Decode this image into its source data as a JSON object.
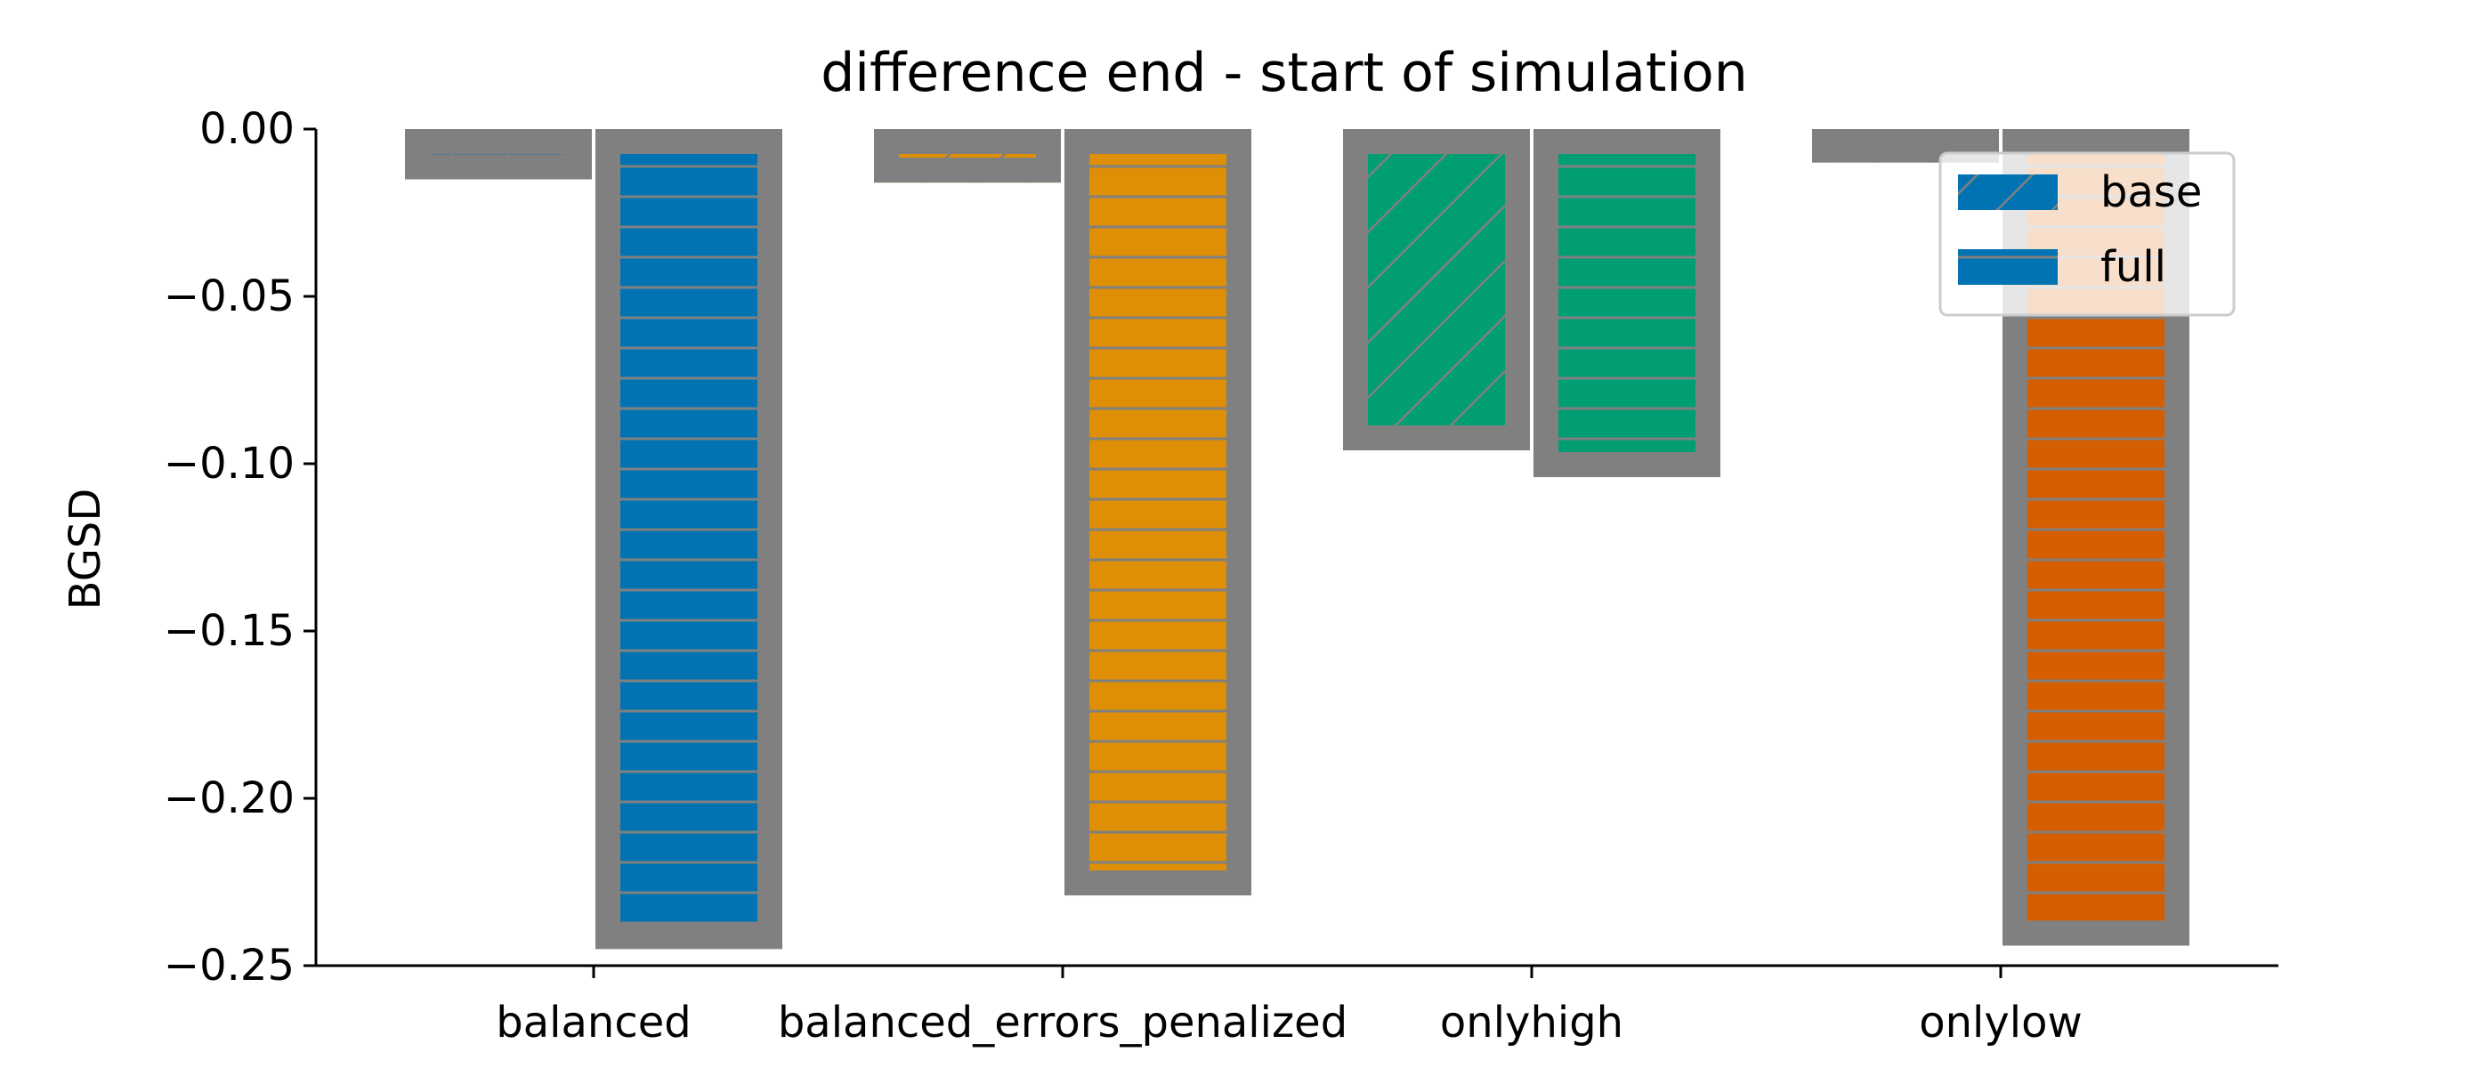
{
  "chart_data": {
    "type": "bar",
    "title": "difference end - start of simulation",
    "xlabel": "",
    "ylabel": "BGSD",
    "ylim": [
      -0.25,
      0.0
    ],
    "yticks": [
      0.0,
      -0.05,
      -0.1,
      -0.15,
      -0.2,
      -0.25
    ],
    "ytick_labels": [
      "0.00",
      "−0.05",
      "−0.10",
      "−0.15",
      "−0.20",
      "−0.25"
    ],
    "categories": [
      "balanced",
      "balanced_errors_penalized",
      "onlyhigh",
      "onlylow"
    ],
    "category_colors": [
      "#0173b2",
      "#de8f05",
      "#029e73",
      "#d55e00"
    ],
    "edge_color": "#808080",
    "series": [
      {
        "name": "base",
        "hatch": "diagonal",
        "values": [
          -0.015,
          -0.016,
          -0.096,
          -0.01
        ]
      },
      {
        "name": "full",
        "hatch": "horizontal",
        "values": [
          -0.245,
          -0.229,
          -0.104,
          -0.244
        ]
      }
    ],
    "legend": {
      "position": "top-right",
      "entries": [
        "base",
        "full"
      ]
    },
    "grid": false
  }
}
